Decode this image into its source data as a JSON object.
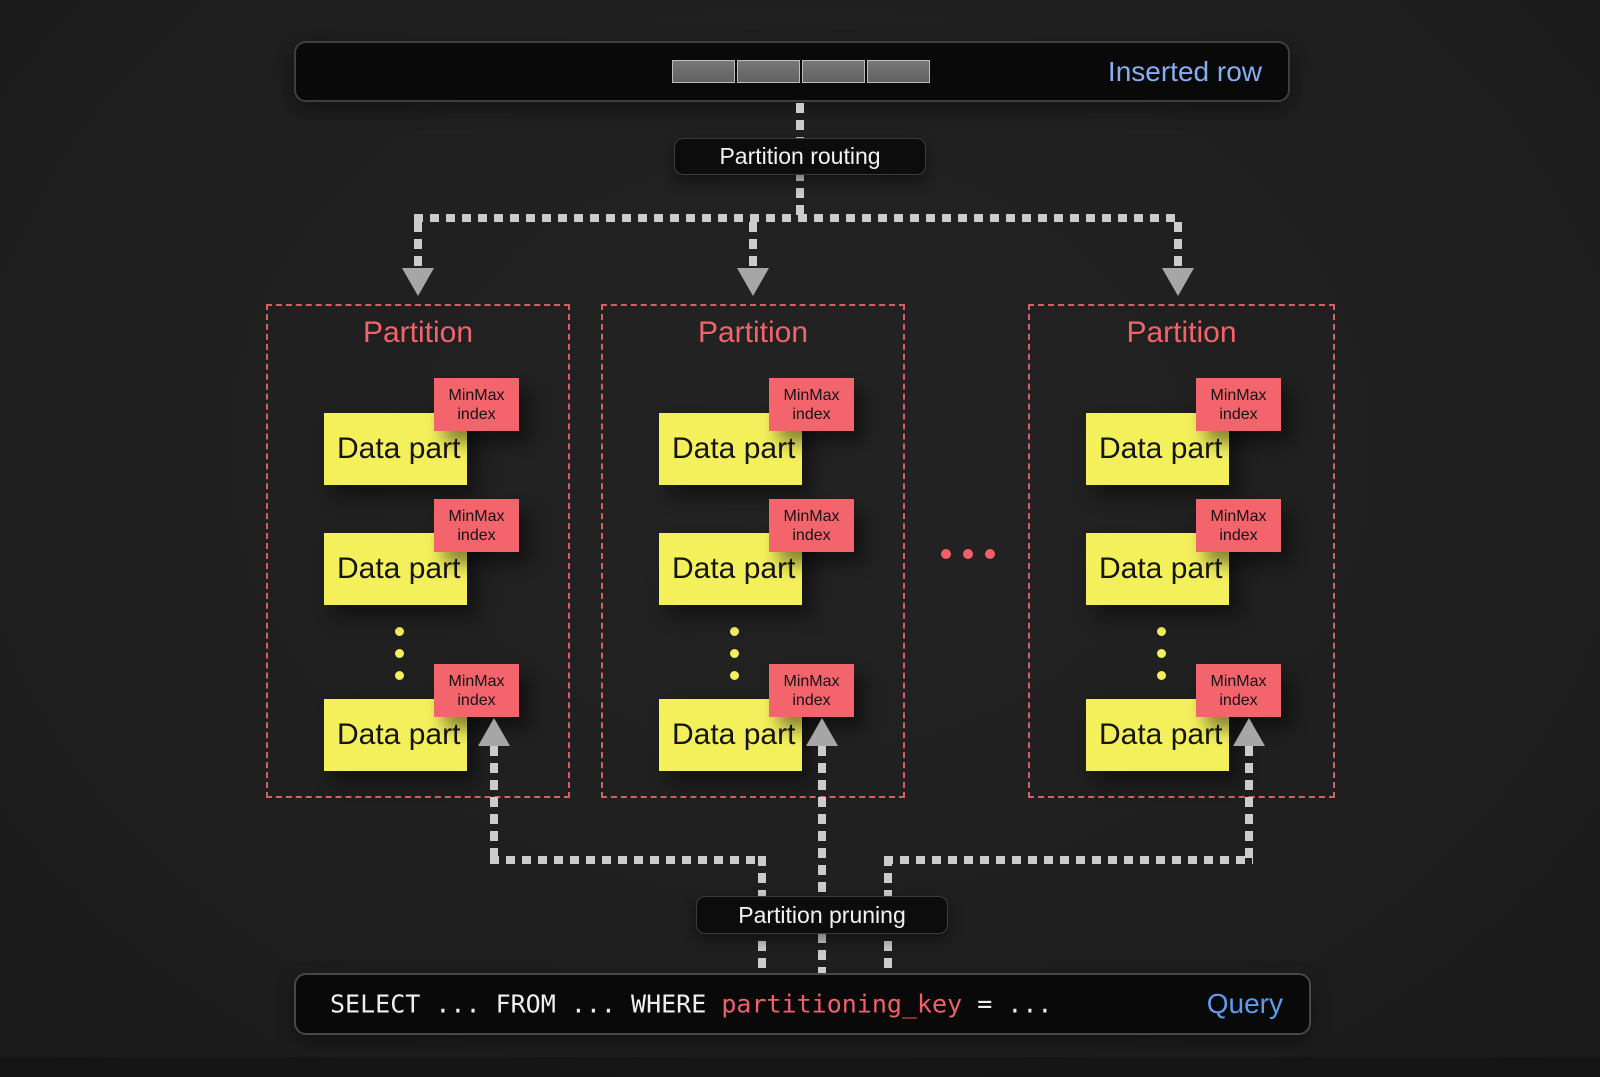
{
  "inserted_row": {
    "label": "Inserted row",
    "segment_count": 4
  },
  "routing": {
    "label": "Partition routing"
  },
  "pruning": {
    "label": "Partition pruning"
  },
  "partitions": {
    "items": [
      {
        "title": "Partition",
        "parts": [
          {
            "label": "Data part",
            "badge": "MinMax index"
          },
          {
            "label": "Data part",
            "badge": "MinMax index"
          },
          {
            "label": "Data part",
            "badge": "MinMax index"
          }
        ]
      },
      {
        "title": "Partition",
        "parts": [
          {
            "label": "Data part",
            "badge": "MinMax index"
          },
          {
            "label": "Data part",
            "badge": "MinMax index"
          },
          {
            "label": "Data part",
            "badge": "MinMax index"
          }
        ]
      },
      {
        "title": "Partition",
        "parts": [
          {
            "label": "Data part",
            "badge": "MinMax index"
          },
          {
            "label": "Data part",
            "badge": "MinMax index"
          },
          {
            "label": "Data part",
            "badge": "MinMax index"
          }
        ]
      }
    ]
  },
  "query": {
    "text_before_key": "SELECT ... FROM ... WHERE ",
    "key": "partitioning_key",
    "text_after_key": " = ...",
    "label": "Query"
  },
  "icons": {
    "routing_arrows": "arrow-down-icon",
    "pruning_arrows": "arrow-up-icon",
    "more_parts": "ellipsis-vertical-icon",
    "more_partitions": "ellipsis-horizontal-icon"
  },
  "colors": {
    "accent_red": "#f2636b",
    "badge_red": "#f4646c",
    "part_yellow": "#f4f05c",
    "inserted_row_blue": "#85aef3",
    "query_blue": "#5e9bee",
    "flow_line_gray": "#cccccc",
    "row_segment_gray": "#6b6b6b",
    "background": "#1f1f1f"
  }
}
